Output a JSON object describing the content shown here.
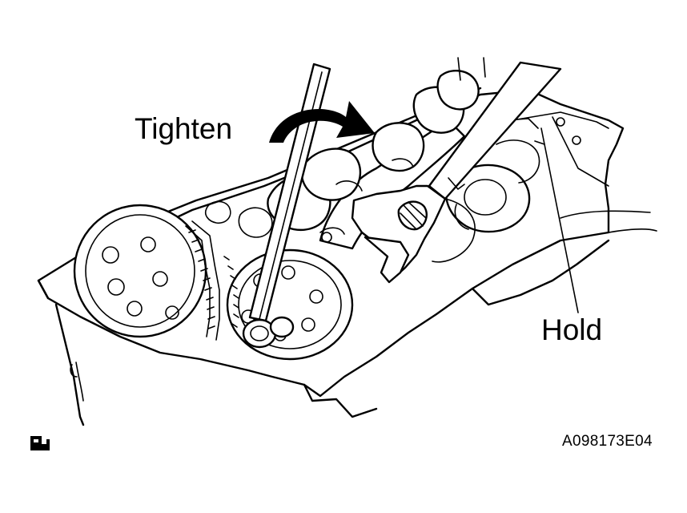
{
  "labels": {
    "tighten": "Tighten",
    "hold": "Hold"
  },
  "figure_code": "A098173E04",
  "icons": {
    "tighten_direction": "curved-arrow-icon",
    "reference_mark": "service-reference-icon"
  },
  "colors": {
    "line": "#000000",
    "background": "#ffffff"
  }
}
